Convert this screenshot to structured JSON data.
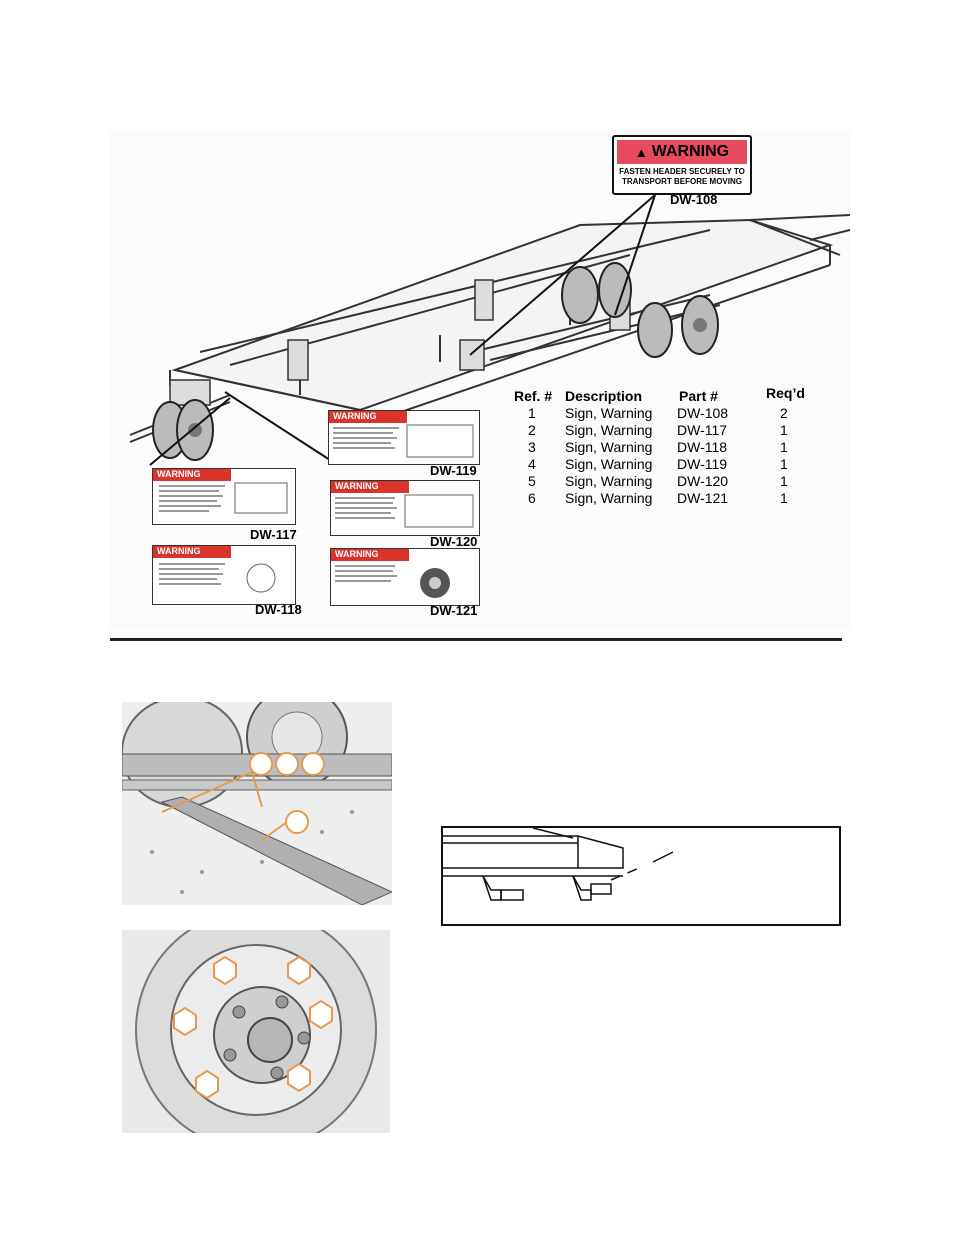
{
  "warning_decal_main": {
    "label": "WARNING",
    "text_line1": "FASTEN HEADER SECURELY TO",
    "text_line2": "TRANSPORT BEFORE MOVING",
    "part": "DW-108"
  },
  "decals": [
    {
      "part": "DW-117",
      "header": "WARNING"
    },
    {
      "part": "DW-118",
      "header": "WARNING"
    },
    {
      "part": "DW-119",
      "header": "WARNING"
    },
    {
      "part": "DW-120",
      "header": "WARNING"
    },
    {
      "part": "DW-121",
      "header": "WARNING"
    }
  ],
  "parts_table": {
    "headers": [
      "Ref. #",
      "Description",
      "Part #",
      "Req’d"
    ],
    "rows": [
      [
        "1",
        "Sign, Warning",
        "DW-108",
        "2"
      ],
      [
        "2",
        "Sign, Warning",
        "DW-117",
        "1"
      ],
      [
        "3",
        "Sign, Warning",
        "DW-118",
        "1"
      ],
      [
        "4",
        "Sign, Warning",
        "DW-119",
        "1"
      ],
      [
        "5",
        "Sign, Warning",
        "DW-120",
        "1"
      ],
      [
        "6",
        "Sign, Warning",
        "DW-121",
        "1"
      ]
    ]
  },
  "colors": {
    "warning_red": "#d9342b",
    "callout_orange": "#e69a4a",
    "line": "#111111"
  }
}
